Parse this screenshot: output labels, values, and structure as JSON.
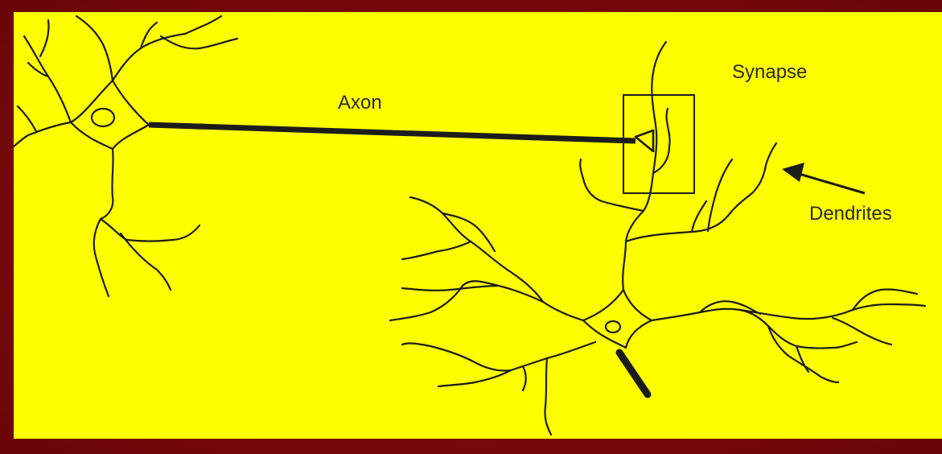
{
  "diagram": {
    "labels": {
      "axon": "Axon",
      "synapse": "Synapse",
      "dendrites": "Dendrites"
    },
    "colors": {
      "background": "#ffff00",
      "frame": "#7a0a0a",
      "ink": "#1c1c1c"
    }
  }
}
